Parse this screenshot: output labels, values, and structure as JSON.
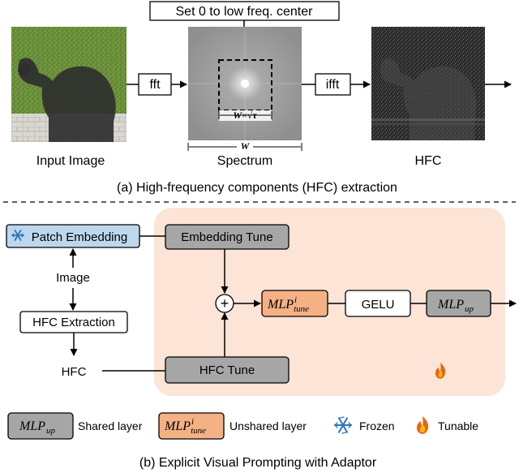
{
  "part_a": {
    "note_label": "Set 0 to low freq. center",
    "fft_label": "fft",
    "ifft_label": "ifft",
    "input_caption": "Input Image",
    "spectrum_caption": "Spectrum",
    "hfc_caption": "HFC",
    "box_size_prefix": "W",
    "box_size_mid": "×√",
    "box_size_tau": "τ",
    "width_label": "W",
    "caption": "(a) High-frequency components (HFC) extraction"
  },
  "part_b": {
    "patch_embedding": "Patch Embedding",
    "image_label": "Image",
    "hfc_extraction": "HFC Extraction",
    "hfc_label": "HFC",
    "embedding_tune": "Embedding Tune",
    "hfc_tune": "HFC Tune",
    "plus": "+",
    "mlp_tune": {
      "base": "MLP",
      "sup": "i",
      "sub": "tune"
    },
    "gelu": "GELU",
    "mlp_up": {
      "base": "MLP",
      "sub": "up"
    },
    "caption": "(b) Explicit Visual Prompting with Adaptor"
  },
  "legend": {
    "shared_label": "Shared layer",
    "unshared_label": "Unshared layer",
    "frozen_label": "Frozen",
    "tunable_label": "Tunable",
    "frozen_icon": "snowflake-icon",
    "tunable_icon": "flame-icon"
  },
  "colors": {
    "gray_block": "#a6a6a6",
    "orange_block": "#f4b183",
    "blue_block": "#bdd7ee",
    "adaptor_bg": "#fce4d6",
    "snow_blue": "#2e75b6",
    "flame": "#e8651a"
  }
}
